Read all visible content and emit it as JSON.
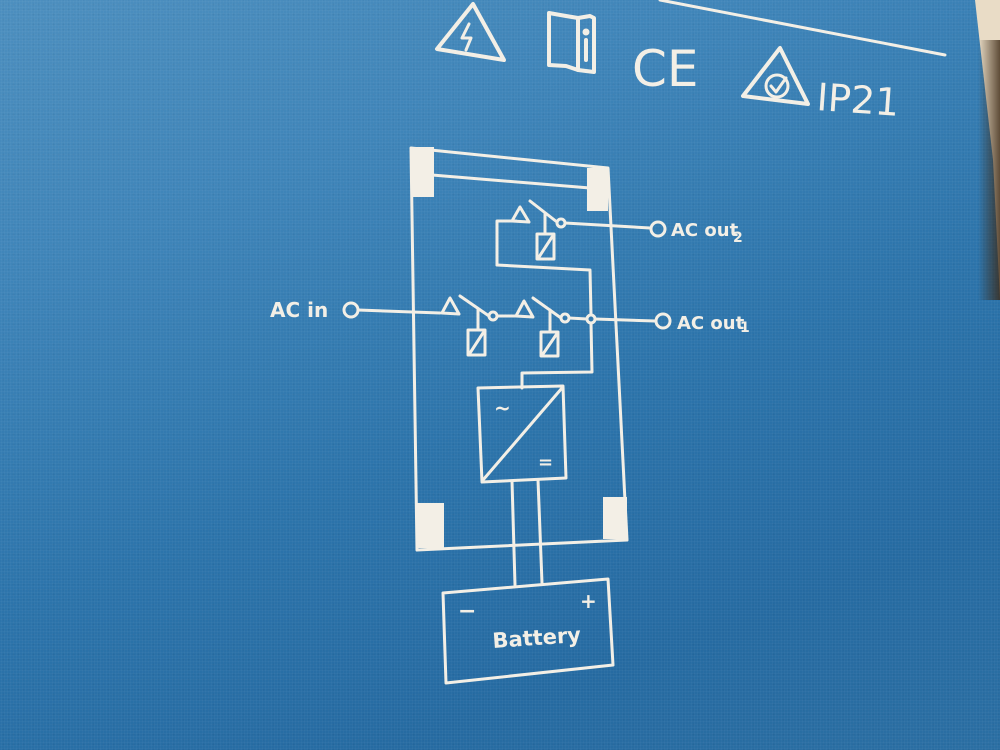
{
  "panel": {
    "background_color": "#2f77ae",
    "print_color": "#f3efe6"
  },
  "header_symbols": {
    "items": [
      {
        "name": "high-voltage-warning",
        "glyph": "ϟ"
      },
      {
        "name": "read-manual",
        "glyph": "i"
      },
      {
        "name": "ce-mark",
        "text": "CE"
      },
      {
        "name": "rcm-mark",
        "glyph": "✓"
      }
    ],
    "ip_rating": "IP21"
  },
  "diagram": {
    "ac_in_label": "AC in",
    "ac_out_1_label": "AC out",
    "ac_out_1_num": "1",
    "ac_out_2_label": "AC out",
    "ac_out_2_num": "2",
    "converter": {
      "ac_symbol": "~",
      "dc_symbol": "="
    },
    "battery": {
      "label": "Battery",
      "negative": "−",
      "positive": "+"
    }
  }
}
